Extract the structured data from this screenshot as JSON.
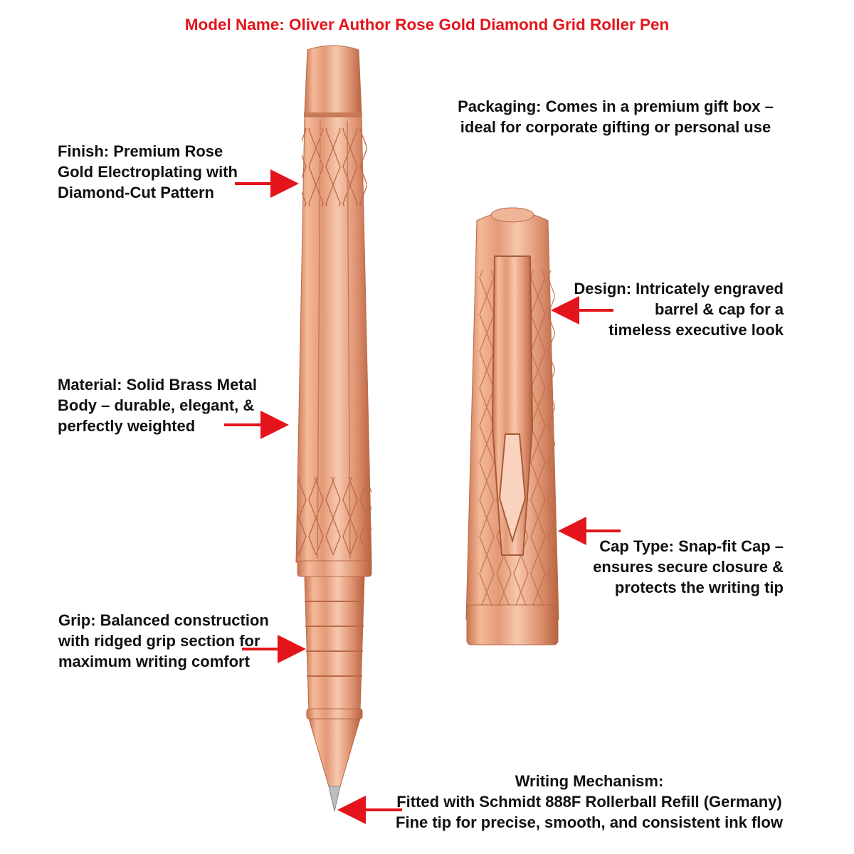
{
  "title": "Model Name: Oliver Author Rose Gold Diamond Grid Roller Pen",
  "colors": {
    "title": "#e3141b",
    "arrow": "#e3141b",
    "rose_gold": "#e9a07c"
  },
  "labels": {
    "packaging": [
      "Packaging: Comes in a premium gift box –",
      "ideal for corporate gifting or personal use"
    ],
    "finish": [
      "Finish: Premium Rose",
      "Gold Electroplating with",
      "Diamond-Cut Pattern"
    ],
    "design": [
      "Design: Intricately engraved",
      "barrel & cap for a",
      "timeless executive look"
    ],
    "material": [
      "Material: Solid Brass Metal",
      "Body – durable, elegant, &",
      "perfectly weighted"
    ],
    "cap_type": [
      "Cap Type: Snap-fit Cap –",
      "ensures secure closure &",
      "protects the writing tip"
    ],
    "grip": [
      "Grip: Balanced construction",
      "with ridged grip section for",
      "maximum writing comfort"
    ],
    "mechanism": [
      "Writing Mechanism:",
      "Fitted with Schmidt 888F Rollerball Refill (Germany)",
      "Fine tip for precise, smooth, and consistent ink flow"
    ]
  }
}
